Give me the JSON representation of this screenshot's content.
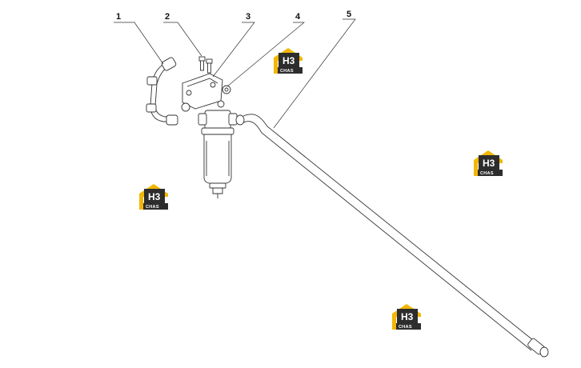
{
  "callouts": [
    "1",
    "2",
    "3",
    "4",
    "5"
  ],
  "logo": {
    "line1": "H3",
    "line2": "CHAS",
    "colors": {
      "gold": "#f2b705",
      "dark": "#2d2d2d",
      "white": "#ffffff"
    }
  }
}
